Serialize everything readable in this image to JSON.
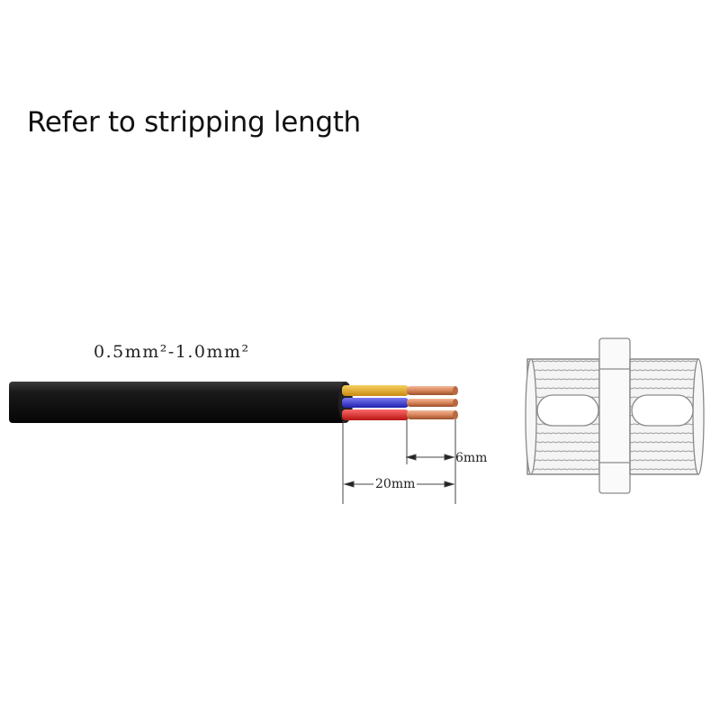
{
  "title": "Refer to stripping length",
  "cable": {
    "cross_section_label": "0.5mm²-1.0mm²",
    "wire_colors": [
      "#e0a020",
      "#3a3ad8",
      "#e02828"
    ]
  },
  "dimensions": {
    "strip_length_label": "6mm",
    "jacket_strip_label": "20mm"
  },
  "colors": {
    "jacket": "#151515",
    "copper": "#d9855a",
    "connector_outline": "#888888"
  }
}
